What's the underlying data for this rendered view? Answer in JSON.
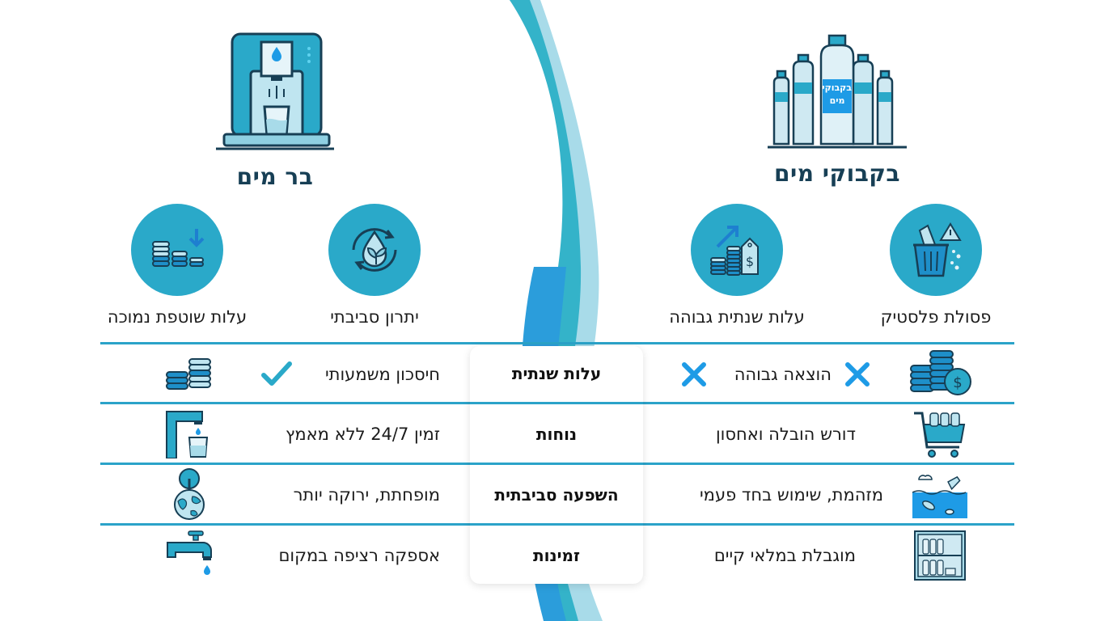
{
  "left_option": {
    "title": "בר מים",
    "hero_icon": "water-bar-dispenser-icon",
    "features": [
      {
        "label": "יתרון סביבתי",
        "icon": "drop-leaf-recycle-icon"
      },
      {
        "label": "עלות שוטפת נמוכה",
        "icon": "coins-down-arrow-icon"
      }
    ]
  },
  "right_option": {
    "title": "בקבוקי מים",
    "hero_icon": "water-bottles-icon",
    "bottle_label": [
      "בקבוקי",
      "מים"
    ],
    "features": [
      {
        "label": "פסולת פלסטיק",
        "icon": "plastic-trash-warning-icon"
      },
      {
        "label": "עלות שנתית גבוהה",
        "icon": "coins-price-tag-up-icon"
      }
    ]
  },
  "comparison": {
    "rows": [
      {
        "category": "עלות שנתית",
        "bottles": {
          "text": "הוצאה גבוהה",
          "icon": "coins-dollar-icon",
          "mark": "x-mark"
        },
        "bar": {
          "text": "חיסכון משמעותי",
          "icon": "coin-stacks-icon",
          "mark": "check-mark"
        }
      },
      {
        "category": "נוחות",
        "bottles": {
          "text": "דורש הובלה ואחסון",
          "icon": "shopping-cart-bottles-icon"
        },
        "bar": {
          "text": "זמין 24/7 ללא מאמץ",
          "icon": "faucet-glass-icon"
        }
      },
      {
        "category": "השפעה סביבתית",
        "bottles": {
          "text": "מזהמת, שימוש בחד פעמי",
          "icon": "ocean-plastic-pollution-icon"
        },
        "bar": {
          "text": "מופחתת, ירוקה יותר",
          "icon": "globe-tree-icon"
        }
      },
      {
        "category": "זמינות",
        "bottles": {
          "text": "מוגבלת במלאי קיים",
          "icon": "bottle-shelf-icon"
        },
        "bar": {
          "text": "אספקה רציפה במקום",
          "icon": "tap-drip-icon"
        }
      }
    ]
  },
  "colors": {
    "teal": "#2aa9c9",
    "dark_navy": "#173f55",
    "bright_blue": "#1e9be6",
    "divider": "#2ba3c9",
    "light_blue": "#a8dbe9"
  }
}
